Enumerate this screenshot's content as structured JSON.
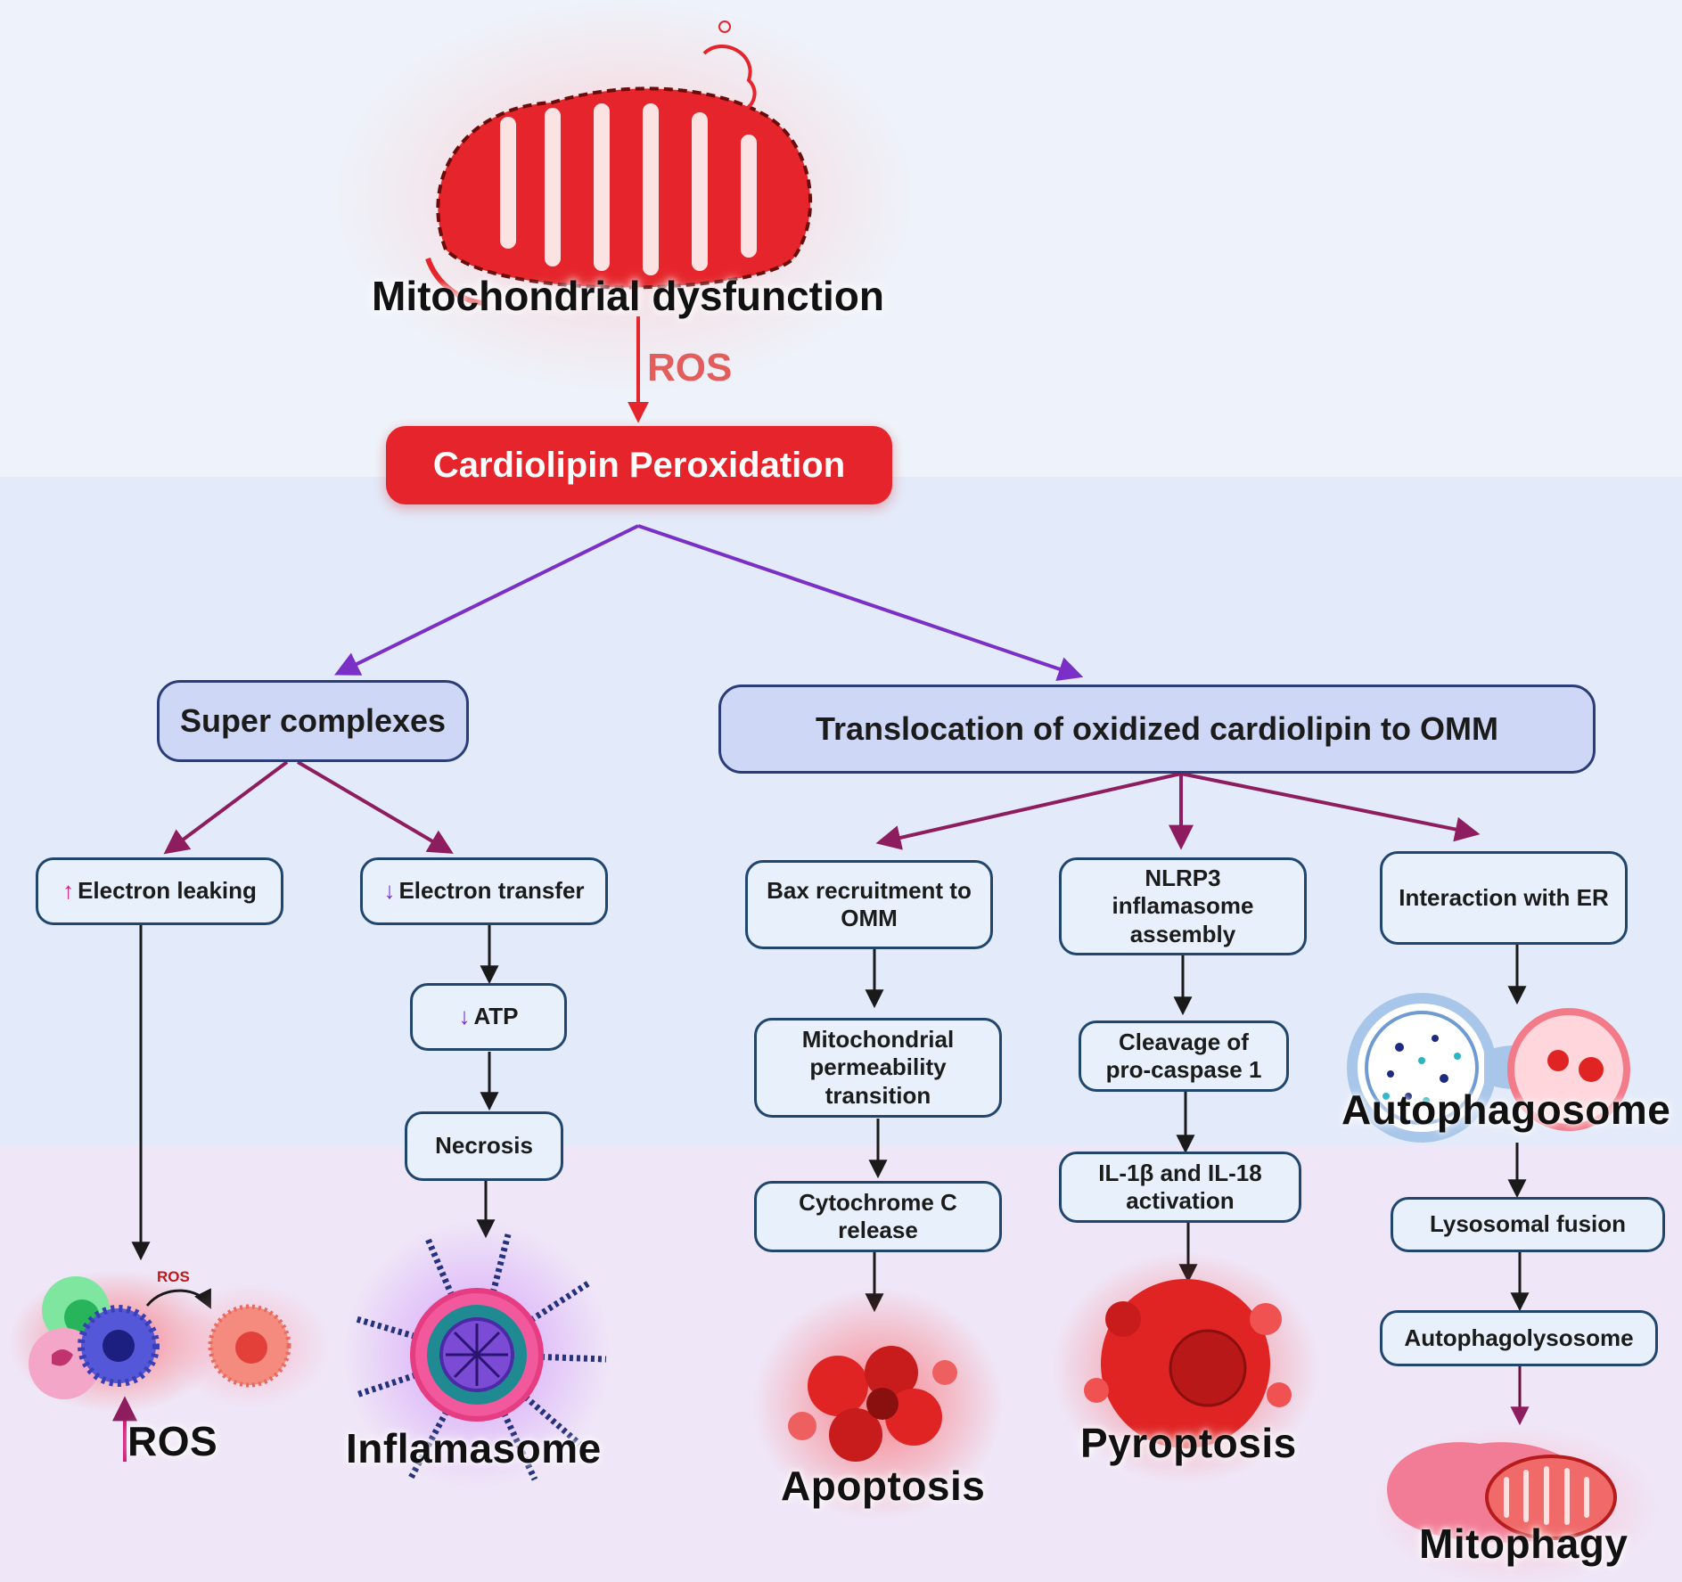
{
  "title": "Mitochondrial dysfunction",
  "ros_edge_label": "ROS",
  "root": "Cardiolipin Peroxidation",
  "branches": {
    "left": "Super complexes",
    "right": "Translocation of oxidized cardiolipin to OMM"
  },
  "left_branch": {
    "electron_leaking": {
      "indicator": "↑",
      "label": "Electron leaking"
    },
    "electron_transfer": {
      "indicator": "↓",
      "label": "Electron transfer"
    },
    "atp": {
      "indicator": "↓",
      "label": "ATP"
    },
    "necrosis": "Necrosis",
    "outcome_ros": {
      "indicator": "↑",
      "label": "ROS"
    },
    "ros_cells_label": "ROS",
    "outcome_inflammasome": "Inflamasome"
  },
  "right_branch": {
    "bax": "Bax recruitment to\nOMM",
    "mpt": "Mitochondrial\npermeability\ntransition",
    "cytc": "Cytochrome C\nrelease",
    "apoptosis": "Apoptosis",
    "nlrp3": "NLRP3\ninflamasome\nassembly",
    "caspase": "Cleavage of\npro-caspase 1",
    "il": "IL-1β and IL-18\nactivation",
    "pyroptosis": "Pyroptosis",
    "er": "Interaction with ER",
    "autophagosome": "Autophagosome",
    "lysosomal": "Lysosomal fusion",
    "autophagolysosome": "Autophagolysosome",
    "mitophagy": "Mitophagy"
  },
  "colors": {
    "root_fill": "#e5252b",
    "branch_fill": "#cfd7f6",
    "node_fill": "#e7f0fb",
    "purple_arrow": "#7a2fc6",
    "magenta_arrow": "#8d1d5e",
    "ros_text": "#e35d5d"
  }
}
